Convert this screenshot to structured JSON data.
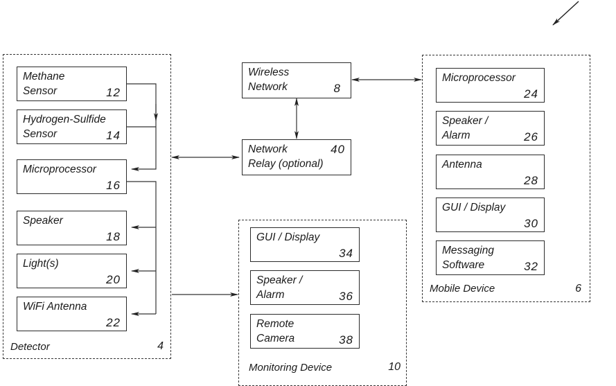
{
  "figure_pointer": "arrow-pointing-to-figure",
  "groups": {
    "detector": {
      "label": "Detector",
      "number": "4"
    },
    "monitoring": {
      "label": "Monitoring Device",
      "number": "10"
    },
    "mobile": {
      "label": "Mobile Device",
      "number": "6"
    }
  },
  "detector_components": [
    {
      "label": "Methane\nSensor",
      "number": "12"
    },
    {
      "label": "Hydrogen-Sulfide\nSensor",
      "number": "14"
    },
    {
      "label": "Microprocessor",
      "number": "16"
    },
    {
      "label": "Speaker",
      "number": "18"
    },
    {
      "label": "Light(s)",
      "number": "20"
    },
    {
      "label": "WiFi Antenna",
      "number": "22"
    }
  ],
  "network": {
    "wireless": {
      "label": "Wireless\nNetwork",
      "number": "8"
    },
    "relay": {
      "label": "Network\nRelay (optional)",
      "number": "40"
    }
  },
  "monitoring_components": [
    {
      "label": "GUI / Display",
      "number": "34"
    },
    {
      "label": "Speaker /\nAlarm",
      "number": "36"
    },
    {
      "label": "Remote\nCamera",
      "number": "38"
    }
  ],
  "mobile_components": [
    {
      "label": "Microprocessor",
      "number": "24"
    },
    {
      "label": "Speaker /\nAlarm",
      "number": "26"
    },
    {
      "label": "Antenna",
      "number": "28"
    },
    {
      "label": "GUI / Display",
      "number": "30"
    },
    {
      "label": "Messaging\nSoftware",
      "number": "32"
    }
  ]
}
